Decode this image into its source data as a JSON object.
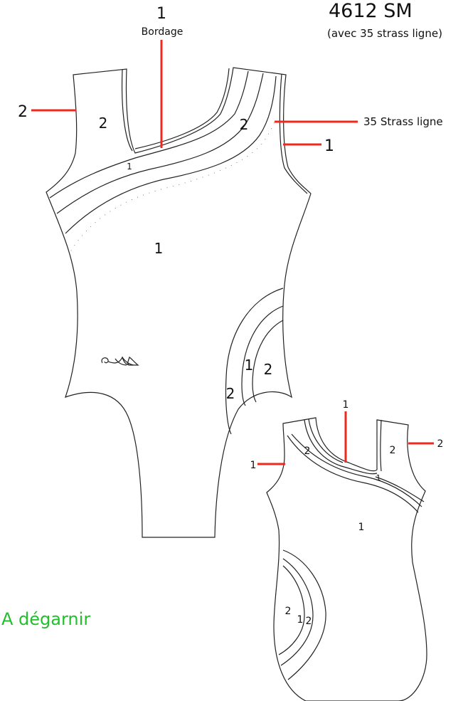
{
  "title": {
    "model": "4612 SM",
    "subtitle": "(avec 35 strass ligne)"
  },
  "front": {
    "bordage_num": "1",
    "bordage_label": "Bordage",
    "strass_label": "35 Strass ligne",
    "left_callout": "2",
    "right_callout": "1",
    "zone_left_strap": "2",
    "zone_right_strap": "2",
    "zone_band": "1",
    "zone_body": "1",
    "zone_side_outer": "2",
    "zone_side_band": "1",
    "zone_side_inner": "2"
  },
  "back": {
    "top_callout": "1",
    "left_callout": "1",
    "right_callout": "2",
    "zone_left": "2",
    "zone_right_strap": "2",
    "zone_band": "1",
    "zone_body": "1",
    "zone_side_outer": "2",
    "zone_side_band": "1",
    "zone_side_inner": "2"
  },
  "note": "A dégarnir",
  "colors": {
    "callout": "#f0281e",
    "note": "#22c02a"
  }
}
